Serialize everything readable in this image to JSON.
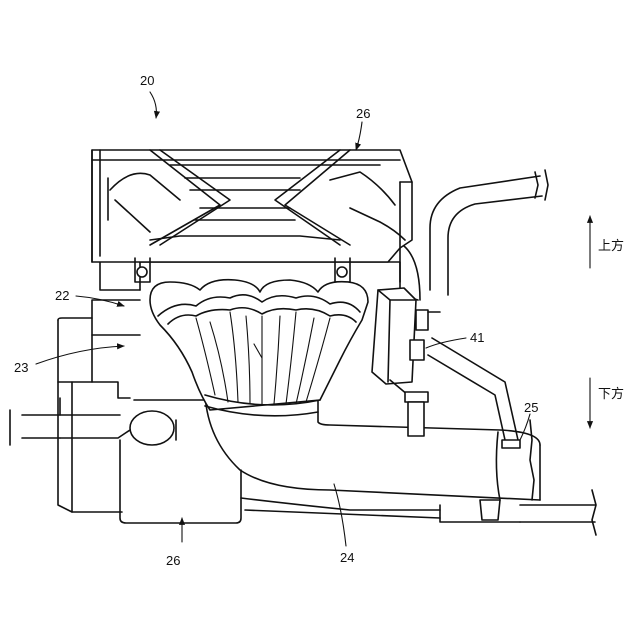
{
  "labels": {
    "ref_20": "20",
    "ref_26_top": "26",
    "ref_22": "22",
    "ref_23": "23",
    "ref_41": "41",
    "ref_25": "25",
    "ref_26_bottom": "26",
    "ref_24": "24"
  },
  "directions": {
    "up": "上方",
    "down": "下方"
  }
}
